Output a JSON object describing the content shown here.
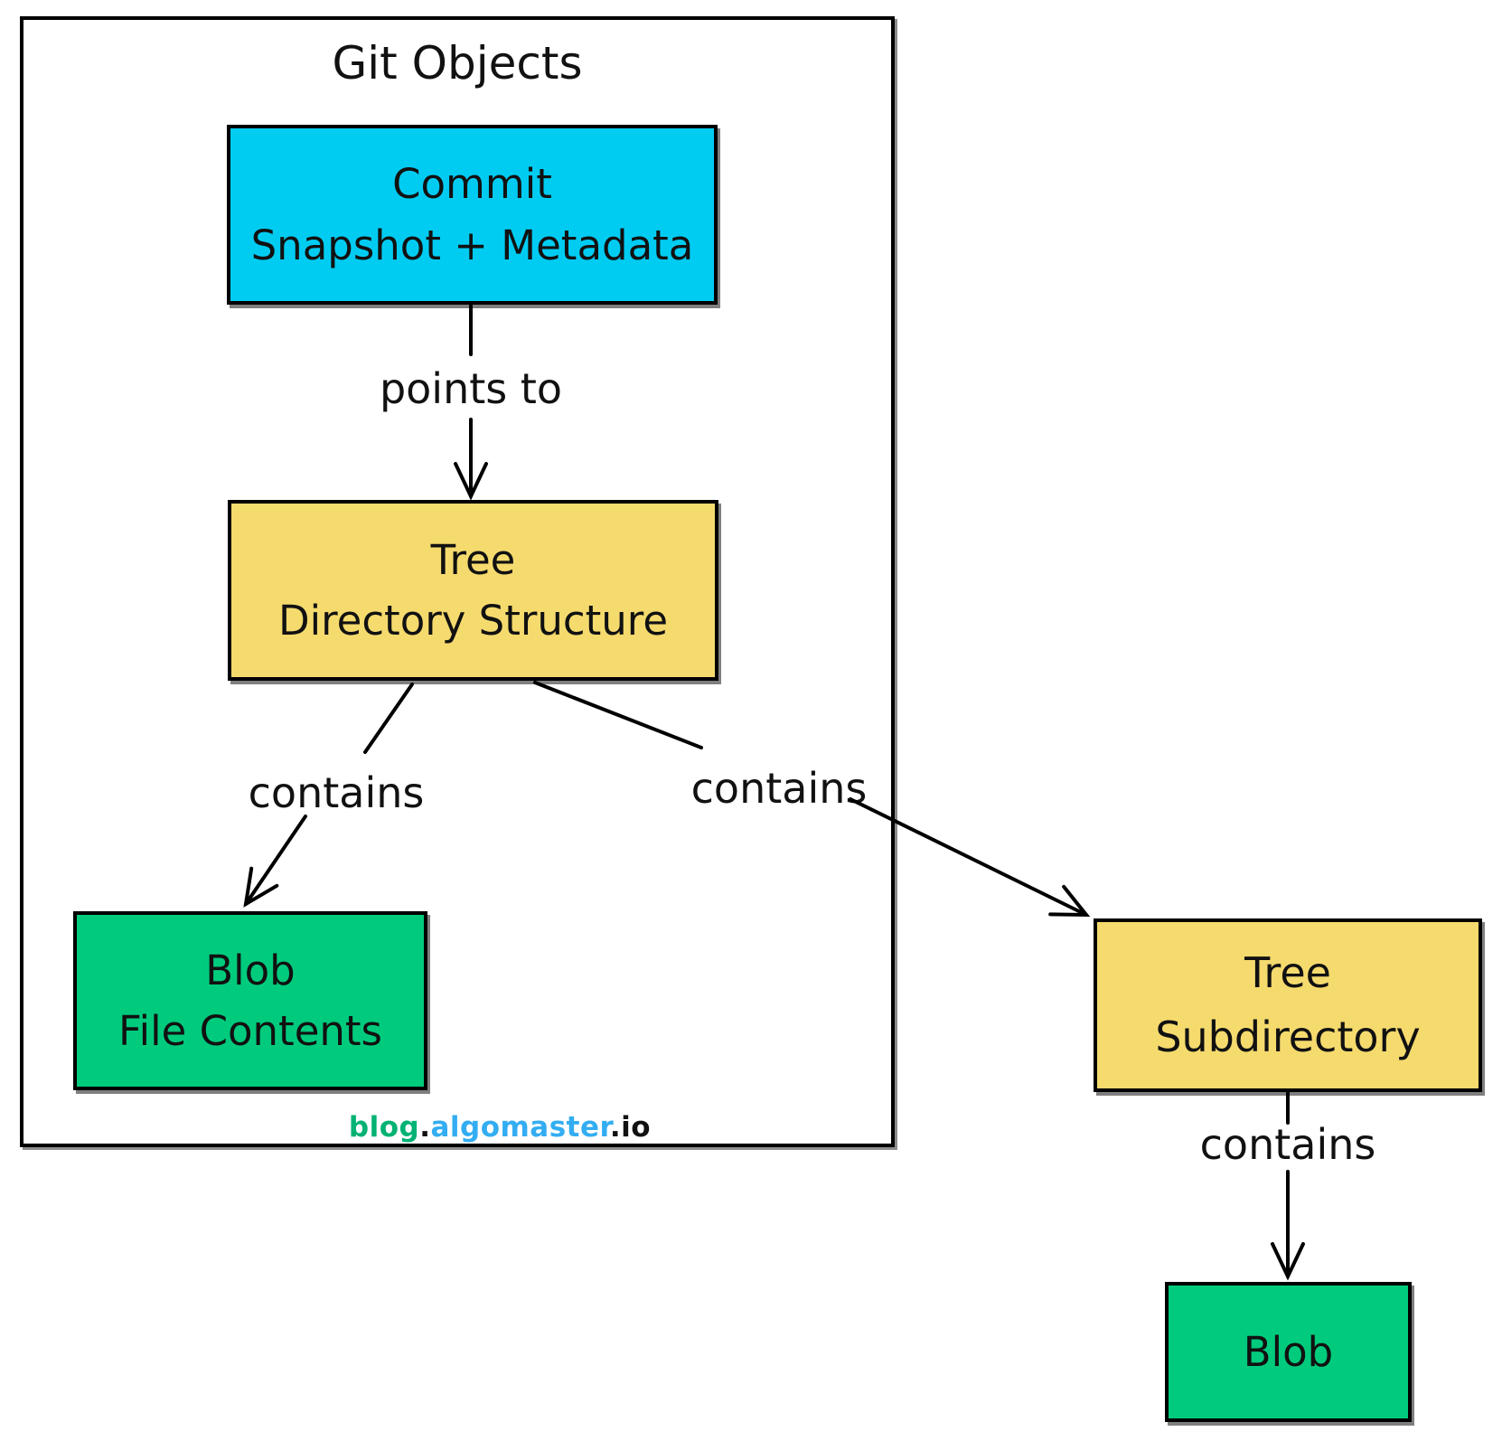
{
  "diagram": {
    "group_title": "Git Objects",
    "nodes": {
      "commit": {
        "line1": "Commit",
        "line2": "Snapshot + Metadata",
        "fill": "#00CCF2"
      },
      "tree": {
        "line1": "Tree",
        "line2": "Directory Structure",
        "fill": "#F5DA6E"
      },
      "blob": {
        "line1": "Blob",
        "line2": "File Contents",
        "fill": "#00CB7D"
      },
      "tree_sub": {
        "line1": "Tree",
        "line2": "Subdirectory",
        "fill": "#F5DA6E"
      },
      "blob_sub": {
        "line1": "Blob",
        "fill": "#00CB7D"
      }
    },
    "edges": {
      "commit_to_tree": "points to",
      "tree_to_blob": "contains",
      "tree_to_tree_sub": "contains",
      "tree_sub_to_blob": "contains"
    },
    "branding": {
      "blog": "blog",
      "dot1": ".",
      "algomaster": "algomaster",
      "dot2": ".",
      "io": "io",
      "blog_color": "#00B273",
      "algomaster_color": "#33ADF2",
      "dot_color": "#111111"
    },
    "colors": {
      "ink": "#000000",
      "commit_fill": "#00CCF2",
      "tree_fill": "#F5DA6E",
      "blob_fill": "#00CB7D",
      "background": "#FFFFFF"
    }
  }
}
